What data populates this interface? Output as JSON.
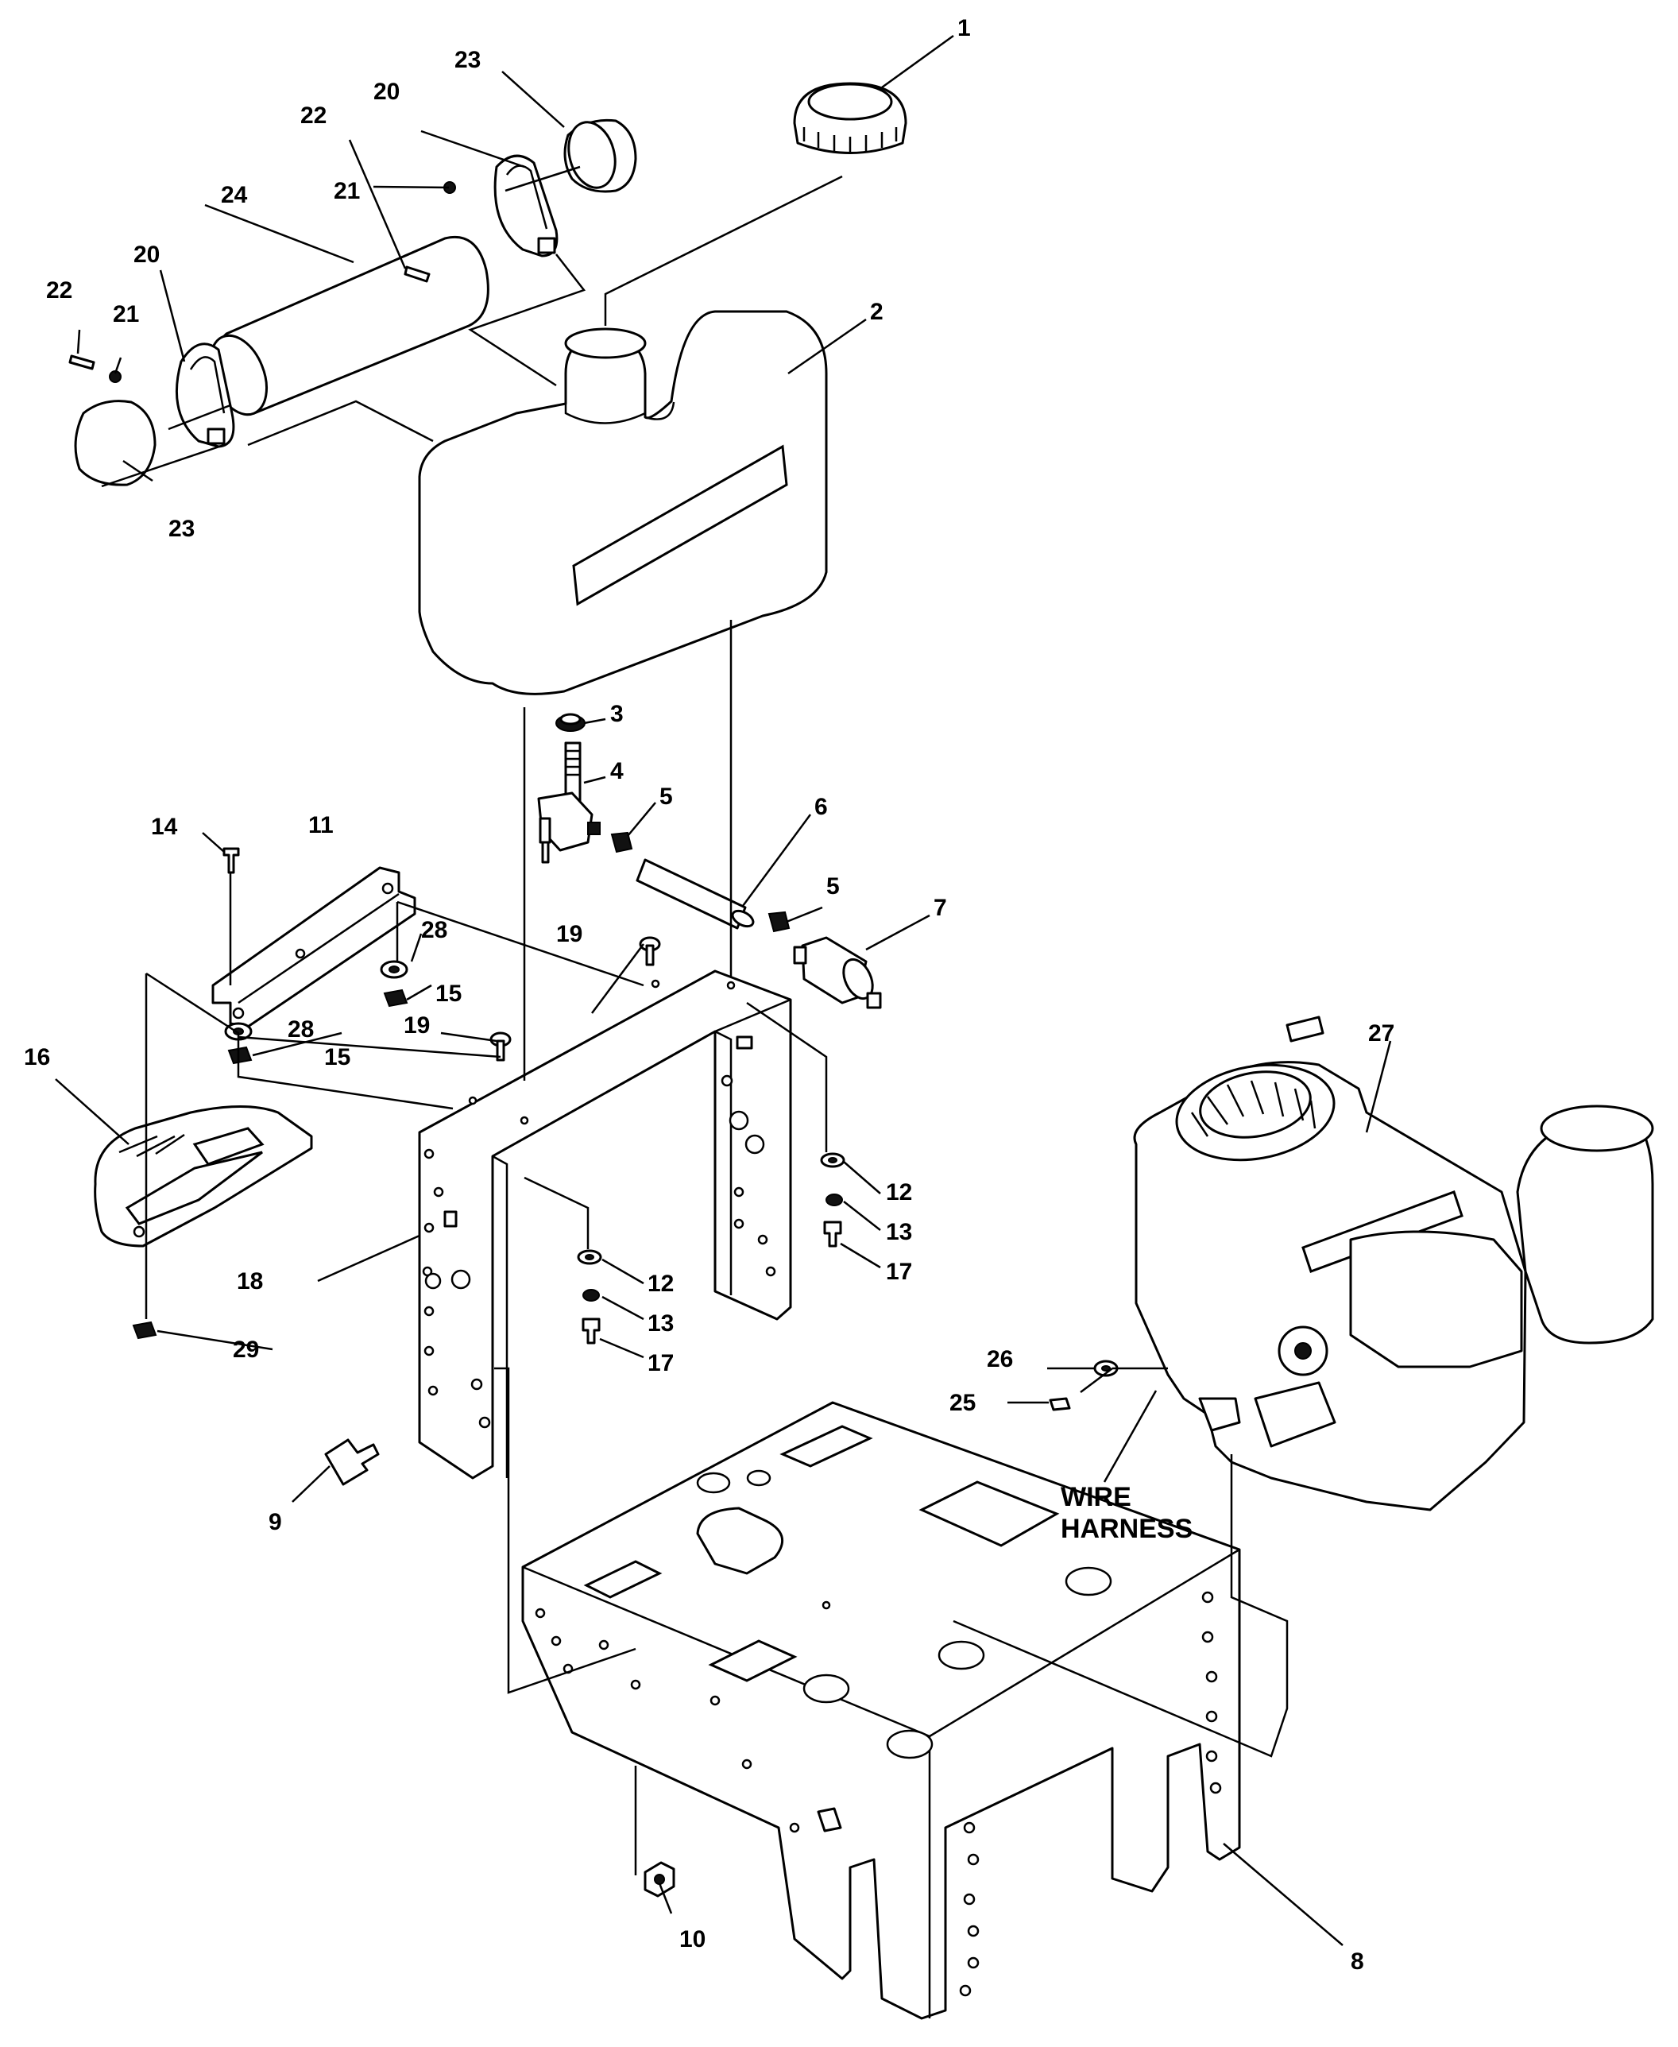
{
  "callouts": {
    "c1": "1",
    "c2": "2",
    "c3": "3",
    "c4": "4",
    "c5a": "5",
    "c5b": "5",
    "c6": "6",
    "c7": "7",
    "c8": "8",
    "c9": "9",
    "c10": "10",
    "c11": "11",
    "c12a": "12",
    "c12b": "12",
    "c13a": "13",
    "c13b": "13",
    "c14": "14",
    "c15a": "15",
    "c15b": "15",
    "c16": "16",
    "c17a": "17",
    "c17b": "17",
    "c18": "18",
    "c19a": "19",
    "c19b": "19",
    "c20a": "20",
    "c20b": "20",
    "c21a": "21",
    "c21b": "21",
    "c22a": "22",
    "c22b": "22",
    "c23a": "23",
    "c23b": "23",
    "c24": "24",
    "c25": "25",
    "c26": "26",
    "c27": "27",
    "c28a": "28",
    "c28b": "28",
    "c29": "29"
  },
  "notes": {
    "wire_harness_line1": "WIRE",
    "wire_harness_line2": "HARNESS"
  }
}
